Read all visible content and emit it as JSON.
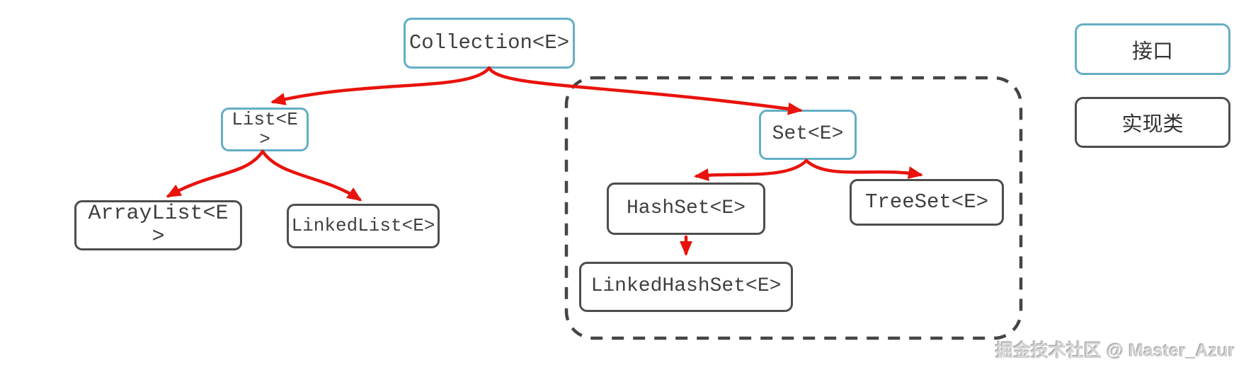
{
  "diagram": {
    "title_context": "Java Collection interface hierarchy",
    "nodes": {
      "collection": {
        "label": "Collection<E>",
        "type": "interface",
        "lines": [
          "Collection<E>"
        ]
      },
      "list": {
        "label": "List<E>",
        "type": "interface",
        "lines": [
          "List<E",
          ">"
        ]
      },
      "arraylist": {
        "label": "ArrayList<E>",
        "type": "implementation",
        "lines": [
          "ArrayList<E",
          ">"
        ]
      },
      "linkedlist": {
        "label": "LinkedList<E>",
        "type": "implementation",
        "lines": [
          "LinkedList<E>"
        ]
      },
      "set": {
        "label": "Set<E>",
        "type": "interface",
        "lines": [
          "Set<E>"
        ]
      },
      "hashset": {
        "label": "HashSet<E>",
        "type": "implementation",
        "lines": [
          "HashSet<E>"
        ]
      },
      "treeset": {
        "label": "TreeSet<E>",
        "type": "implementation",
        "lines": [
          "TreeSet<E>"
        ]
      },
      "linkedhashset": {
        "label": "LinkedHashSet<E>",
        "type": "implementation",
        "lines": [
          "LinkedHashSet<E>"
        ]
      }
    },
    "edges": [
      {
        "from": "Collection<E>",
        "to": "List<E>"
      },
      {
        "from": "Collection<E>",
        "to": "Set<E>"
      },
      {
        "from": "List<E>",
        "to": "ArrayList<E>"
      },
      {
        "from": "List<E>",
        "to": "LinkedList<E>"
      },
      {
        "from": "Set<E>",
        "to": "HashSet<E>"
      },
      {
        "from": "Set<E>",
        "to": "TreeSet<E>"
      },
      {
        "from": "HashSet<E>",
        "to": "LinkedHashSet<E>"
      }
    ],
    "group": {
      "style": "dashed-rounded-rect",
      "members": [
        "Set<E>",
        "HashSet<E>",
        "TreeSet<E>",
        "LinkedHashSet<E>"
      ]
    },
    "legend": {
      "interface_label": "接口",
      "implementation_label": "实现类"
    },
    "colors": {
      "interface_border": "#65aec5",
      "implementation_border": "#4d4d4d",
      "arrow": "#e8130c",
      "group_border": "#454545",
      "text": "#3f3f3f"
    },
    "watermark": "掘金技术社区 @ Master_Azur"
  }
}
